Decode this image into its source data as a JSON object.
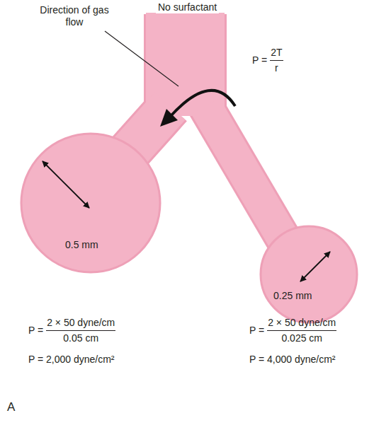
{
  "diagram": {
    "nodes": [
      {
        "text": [
          "0.5 mm"
        ]
      },
      {
        "text": [
          "0.25 mm"
        ]
      }
    ],
    "labels": [
      "No surfactant",
      "Direction of gas flow",
      "P =",
      "2T",
      "r",
      "P =",
      "2 × 50 dyne/cm",
      "0.05 cm",
      "P = 2,000 dyne/cm²",
      "P =",
      "2 × 50 dyne/cm",
      "0.025 cm",
      "P = 4,000 dyne/cm²",
      "A"
    ]
  }
}
